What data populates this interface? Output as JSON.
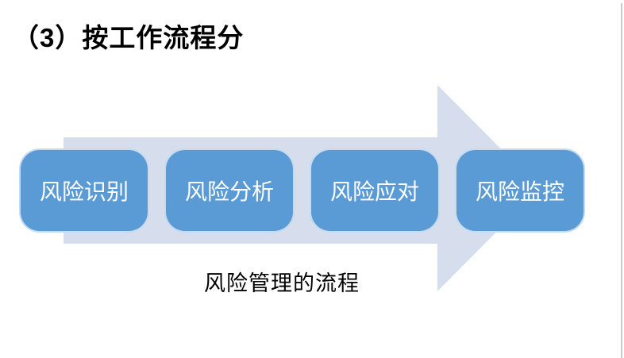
{
  "slide": {
    "title": "（3）按工作流程分",
    "caption": "风险管理的流程",
    "steps": [
      {
        "label": "风险识别"
      },
      {
        "label": "风险分析"
      },
      {
        "label": "风险应对"
      },
      {
        "label": "风险监控"
      }
    ],
    "colors": {
      "background": "#FFFFFF",
      "title_color": "#000000",
      "caption_color": "#000000",
      "step_fill": "#5A9AD5",
      "step_border": "rgba(255,255,255,0.65)",
      "text_on_step": "#FFFFFF",
      "arrow_fill": "#D6DDEC",
      "page_edge": "#C9C9C9"
    }
  }
}
